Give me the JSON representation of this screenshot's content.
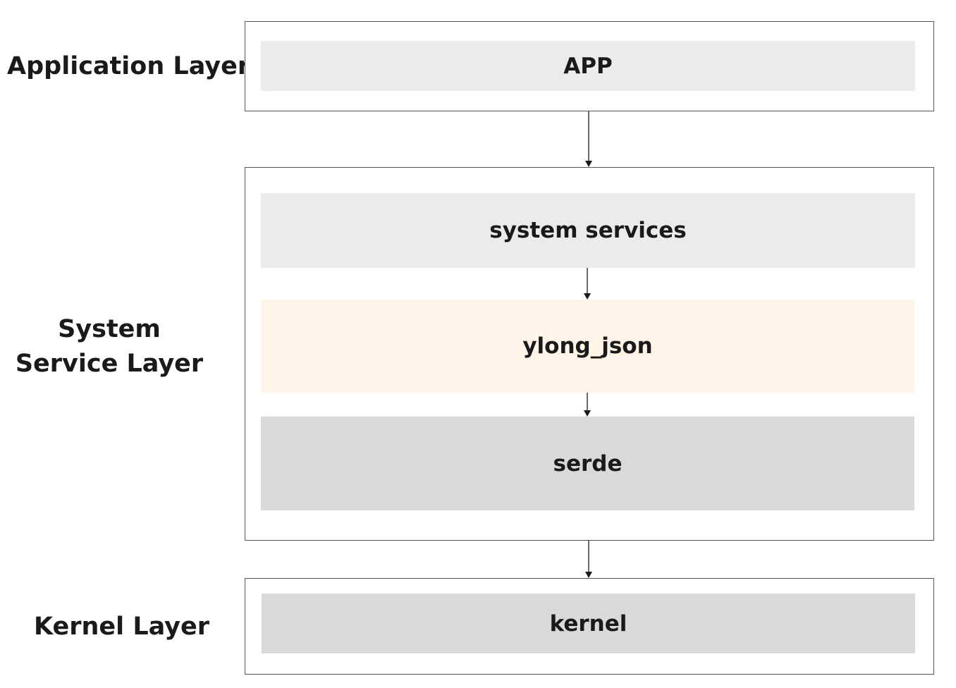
{
  "layers": {
    "application": {
      "label": "Application Layer"
    },
    "system_service": {
      "label": "System Service Layer"
    },
    "kernel": {
      "label": "Kernel Layer"
    }
  },
  "blocks": {
    "app": "APP",
    "system_services": "system services",
    "ylong_json": "ylong_json",
    "serde": "serde",
    "kernel": "kernel"
  },
  "colors": {
    "light_gray": "#ebebeb",
    "highlight_cream": "#fff4e8",
    "mid_gray": "#d9d9d9",
    "border": "#555555",
    "text": "#1a1a1a"
  }
}
